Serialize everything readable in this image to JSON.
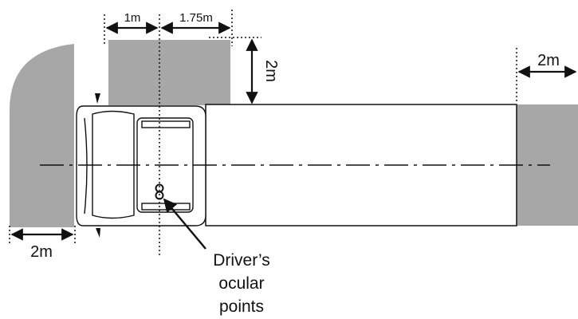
{
  "colors": {
    "zone_fill": "#a7a7a7",
    "line": "#111111",
    "background": "#ffffff"
  },
  "labels": {
    "dim_front_left": "1m",
    "dim_front_right": "1.75m",
    "dim_side_height": "2m",
    "dim_rear": "2m",
    "dim_front_bottom": "2m",
    "driver_line1": "Driver’s",
    "driver_line2": "ocular",
    "driver_line3": "points"
  }
}
